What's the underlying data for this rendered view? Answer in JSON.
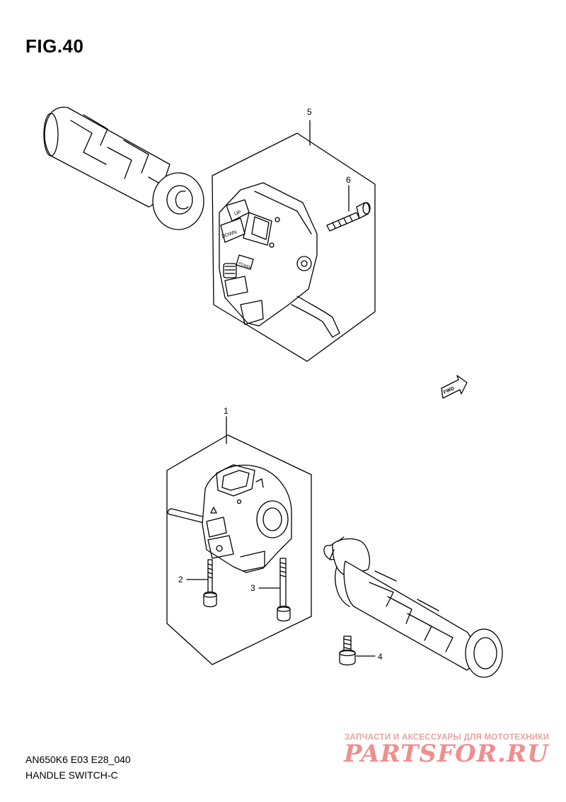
{
  "figure": {
    "title": "FIG.40"
  },
  "callouts": {
    "c1": "1",
    "c2": "2",
    "c3": "3",
    "c4": "4",
    "c5": "5",
    "c6": "6"
  },
  "switch_labels": {
    "up": "UP",
    "down": "DOWN",
    "power": "POWER"
  },
  "fwd_badge": {
    "text": "FWD"
  },
  "footer": {
    "model": "AN650K6 E03 E28_040",
    "section": "HANDLE SWITCH-C"
  },
  "watermark": {
    "subtitle": "ЗАПЧАСТИ И АКСЕССУАРЫ ДЛЯ МОТОТЕХНИКИ",
    "brand": "PARTSFOR.RU"
  },
  "colors": {
    "line": "#000000",
    "watermark": "#ee8f8f",
    "background": "#ffffff"
  }
}
